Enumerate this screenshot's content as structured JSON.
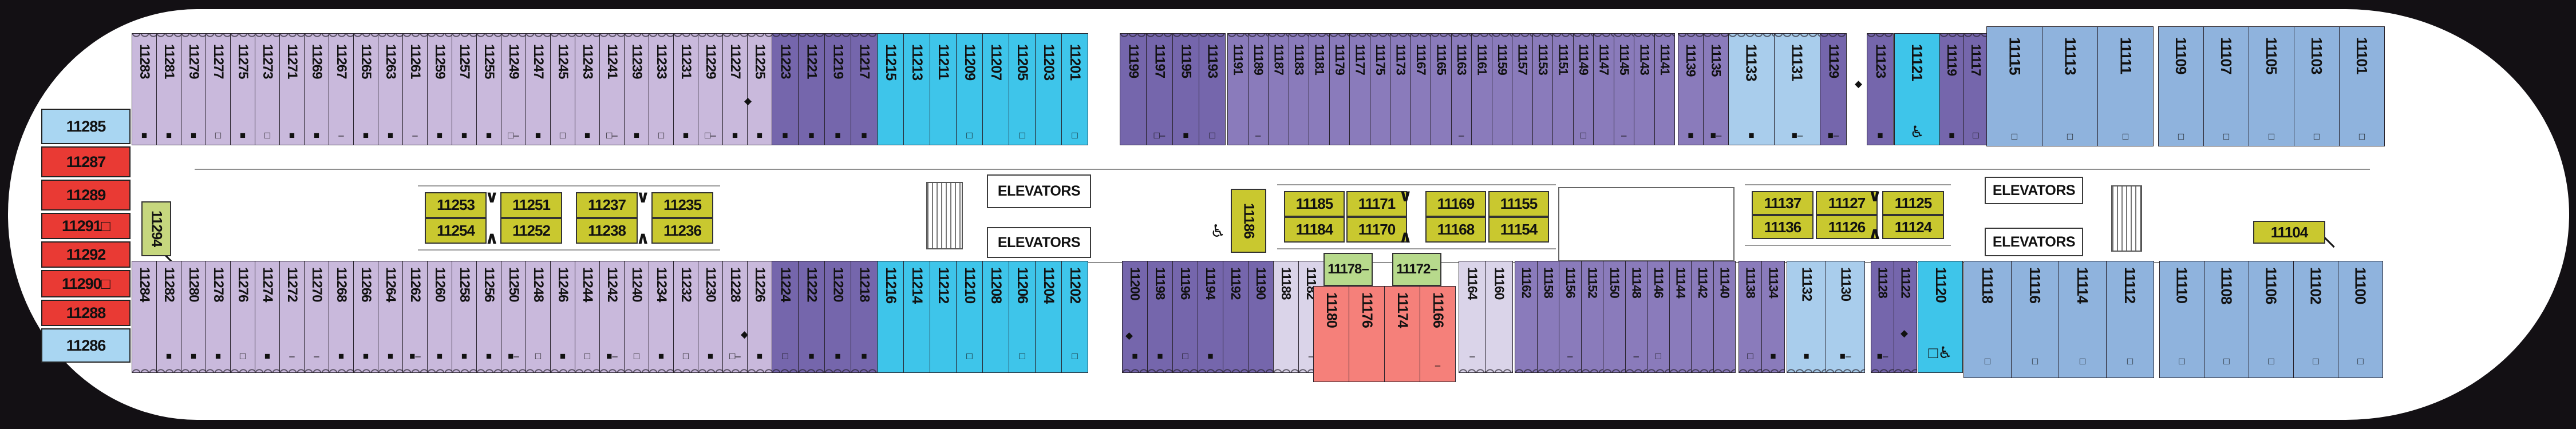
{
  "deck": {
    "elevators_label": "ELEVATORS",
    "colors": {
      "bg": "#131014",
      "hull": "#ffffff",
      "lav": "#c9b9dc",
      "lavLight": "#dad4e9",
      "purpleMid": "#8a7bbb",
      "purpleDark": "#7566ac",
      "cyan": "#3ec5ea",
      "steel": "#8fb3dd",
      "suiteBlue": "#a9cdec",
      "bowBlue": "#a9d6f2",
      "red": "#e93a34",
      "salmon": "#f5807a",
      "greenSmall": "#b7da8c",
      "yellow": "#c9c82f",
      "green294": "#c6d77e",
      "line": "#8f8f8f"
    },
    "icons": {
      "fs": "■",
      "os": "□",
      "da": "–",
      "ac": "♿",
      "diamond": "◆",
      "chev_down": "∨",
      "chev_up": "∧"
    },
    "bow_cabins": [
      {
        "num": "11285",
        "color": "bowBlue",
        "sym": ""
      },
      {
        "num": "11287",
        "color": "red",
        "sym": ""
      },
      {
        "num": "11289",
        "color": "red",
        "sym": ""
      },
      {
        "num": "11291",
        "color": "red",
        "sym": "os"
      },
      {
        "num": "11292",
        "color": "red",
        "sym": ""
      },
      {
        "num": "11290",
        "color": "red",
        "sym": "os"
      },
      {
        "num": "11288",
        "color": "red",
        "sym": ""
      },
      {
        "num": "11286",
        "color": "bowBlue",
        "sym": ""
      }
    ],
    "bow_inside_cabin": {
      "num": "11294",
      "color": "green294"
    },
    "top_groups": [
      {
        "id": "t-lav",
        "color": "lav",
        "cabins": [
          "11283|fs",
          "11281|fs",
          "11279|fs",
          "11277|os",
          "11275|fs",
          "11273|os",
          "11271|fs",
          "11269|fs",
          "11267|da",
          "11265|fs",
          "11263|fs",
          "11261|da",
          "11259|fs",
          "11257|fs",
          "11255|fs",
          "11249|os+da",
          "11247|fs",
          "11245|os",
          "11243|fs",
          "11241|os+da",
          "11239|fs",
          "11233|os",
          "11231|fs",
          "11229|os+da",
          "11227|fs",
          "11225|fs"
        ]
      },
      {
        "id": "t-pd1",
        "color": "purpleDark",
        "cabins": [
          "11223|fs",
          "11221|fs",
          "11219|fs",
          "11217|fs"
        ]
      },
      {
        "id": "t-cy1",
        "color": "cyan",
        "cabins": [
          "11215",
          "11213",
          "11211",
          "11209|os",
          "11207",
          "11205|os",
          "11203",
          "11201|os"
        ]
      },
      {
        "id": "t-pd2",
        "color": "purpleDark",
        "cabins": [
          "11199",
          "11197|os+da",
          "11195|fs",
          "11193|os"
        ]
      },
      {
        "id": "t-pm1",
        "color": "purpleMid",
        "cabins": [
          "11191",
          "11189|da",
          "11187",
          "11183",
          "11181",
          "11179",
          "11177",
          "11175",
          "11173",
          "11167",
          "11165",
          "11163|da",
          "11161",
          "11159",
          "11157",
          "11153",
          "11151",
          "11149|os",
          "11147",
          "11145|da",
          "11143",
          "11141"
        ]
      },
      {
        "id": "t-pm2",
        "color": "purpleMid",
        "cabins": [
          "11139|fs",
          "11135|fs+da"
        ]
      },
      {
        "id": "t-sb",
        "color": "suiteBlue",
        "cabins": [
          "11133|fs",
          "11131|fs+da"
        ]
      },
      {
        "id": "t-pd3",
        "color": "purpleDark",
        "cabins": [
          "11129|fs+da"
        ]
      },
      {
        "id": "t-pd4",
        "color": "purpleDark",
        "cabins": [
          "11123|fs"
        ]
      },
      {
        "id": "t-cy2",
        "color": "cyan",
        "cabins": [
          "11121|ac"
        ]
      },
      {
        "id": "t-pd5",
        "color": "purpleDark",
        "cabins": [
          "11119|fs",
          "11117|os"
        ]
      },
      {
        "id": "t-st1",
        "color": "steel",
        "cabins": [
          "11115|os",
          "11113|os",
          "11111|os"
        ]
      },
      {
        "id": "t-st2",
        "color": "steel",
        "cabins": [
          "11109|os",
          "11107|os",
          "11105|os",
          "11103|os",
          "11101|os"
        ]
      }
    ],
    "bottom_groups": [
      {
        "id": "b-lav",
        "color": "lav",
        "cabins": [
          "11284",
          "11282|fs",
          "11280|fs",
          "11278|fs",
          "11276|os",
          "11274|fs",
          "11272|da",
          "11270|da",
          "11268|fs",
          "11266|fs",
          "11264|fs",
          "11262|fs+da",
          "11260|fs",
          "11258|fs",
          "11256|fs",
          "11250|fs+da",
          "11248|os",
          "11246|fs",
          "11244|os",
          "11242|fs+da",
          "11240|os",
          "11234|fs",
          "11232|os",
          "11230|fs",
          "11228|os+da",
          "11226|fs"
        ]
      },
      {
        "id": "b-pd1",
        "color": "purpleDark",
        "cabins": [
          "11224|os",
          "11222|fs",
          "11220|fs",
          "11218|fs"
        ]
      },
      {
        "id": "b-cy1",
        "color": "cyan",
        "cabins": [
          "11216",
          "11214",
          "11212",
          "11210|os",
          "11208",
          "11206|os",
          "11204",
          "11202|os"
        ]
      },
      {
        "id": "b-pd2",
        "color": "purpleDark",
        "cabins": [
          "11200|fs",
          "11198|fs",
          "11196|os",
          "11194|fs",
          "11192",
          "11190"
        ]
      },
      {
        "id": "b-lv2",
        "color": "lavLight",
        "cabins": [
          "11188",
          "11182|da"
        ]
      },
      {
        "id": "b-lv3",
        "color": "lavLight",
        "cabins": [
          "11164|da",
          "11160"
        ]
      },
      {
        "id": "b-pm1",
        "color": "purpleMid",
        "cabins": [
          "11162",
          "11158",
          "11156|da",
          "11152",
          "11150",
          "11148|da",
          "11146|os",
          "11144",
          "11142",
          "11140"
        ]
      },
      {
        "id": "b-pm2",
        "color": "purpleMid",
        "cabins": [
          "11138|os",
          "11134|fs"
        ]
      },
      {
        "id": "b-sb",
        "color": "suiteBlue",
        "cabins": [
          "11132|fs",
          "11130|fs+da"
        ]
      },
      {
        "id": "b-pd3",
        "color": "purpleDark",
        "cabins": [
          "11128|fs+da",
          "11122"
        ]
      },
      {
        "id": "b-cy2",
        "color": "cyan",
        "cabins": [
          "11120|os+ac"
        ]
      },
      {
        "id": "b-st1",
        "color": "steel",
        "cabins": [
          "11118|os",
          "11116|os",
          "11114|os",
          "11112|os"
        ]
      },
      {
        "id": "b-st2",
        "color": "steel",
        "cabins": [
          "11110|os",
          "11108|os",
          "11106|os",
          "11102|os",
          "11100|os"
        ]
      }
    ],
    "mid_blocks": [
      {
        "id": "mid-a",
        "color": "yellow",
        "cells": [
          [
            "11253",
            "11254"
          ],
          [
            "11251",
            "11252"
          ],
          [
            "11237",
            "11238"
          ],
          [
            "11235",
            "11236"
          ]
        ]
      },
      {
        "id": "mid-b",
        "color": "yellow",
        "cells": [
          [
            "11185",
            "11184"
          ],
          [
            "11171",
            "11170"
          ],
          [
            "11169",
            "11168"
          ],
          [
            "11155",
            "11154"
          ]
        ]
      },
      {
        "id": "mid-c",
        "color": "yellow",
        "cells": [
          [
            "11137",
            "11136"
          ],
          [
            "11127",
            "11126"
          ],
          [
            "11125",
            "11124"
          ]
        ]
      }
    ],
    "vertical_cabins": [
      {
        "id": "v-11186",
        "num": "11186",
        "color": "yellow",
        "sym": "ac"
      }
    ],
    "stern_cabin": {
      "num": "11104",
      "color": "yellow"
    },
    "pink_block": {
      "green_cabins": [
        "11178|da",
        "11172|da"
      ],
      "pink_cabins": [
        "11180",
        "11176",
        "11174",
        "11166|da"
      ]
    }
  }
}
